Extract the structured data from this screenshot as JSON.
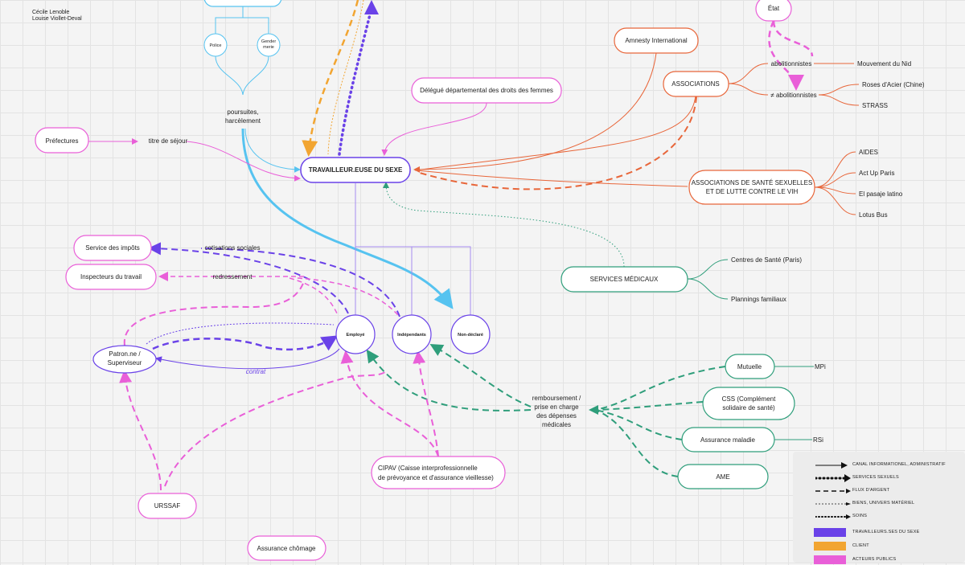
{
  "authors": [
    "Cécile Lenoble",
    "Louise Viollet-Deval"
  ],
  "nodes": {
    "central": "TRAVAILLEUR.EUSE DU SEXE",
    "police": "Police",
    "gendarmerie": "Gender merie",
    "poursuites": "poursuites, harcèlement",
    "prefectures": "Préfectures",
    "titre_sejour": "titre de séjour",
    "delegue": "Délégué départemental des droits des femmes",
    "amnesty": "Amnesty International",
    "associations": "ASSOCIATIONS",
    "etat": "État",
    "abolitionnistes": "abolitionnistes",
    "non_abolitionnistes": "≠ abolitionnistes",
    "mouvement_nid": "Mouvement du Nid",
    "roses_acier": "Roses d'Acier (Chine)",
    "strass": "STRASS",
    "assoc_sante": "ASSOCIATIONS DE SANTÉ SEXUELLES ET DE LUTTE CONTRE LE VIH",
    "aides": "AIDES",
    "act_up": "Act Up Paris",
    "pasaje": "El pasaje latino",
    "lotus": "Lotus Bus",
    "services_medicaux": "SERVICES MÉDICAUX",
    "centres_sante": "Centres de Santé (Paris)",
    "plannings": "Plannings familiaux",
    "impots": "Service des impôts",
    "cotisations": "cotisations sociales",
    "inspecteurs": "Inspecteurs du travail",
    "redressement": "redressement",
    "patron": "Patron.ne / Superviseur",
    "contrat": "contrat",
    "employe": "Employé",
    "independants": "Indépendants",
    "non_declare": "Non-déclaré",
    "mutuelle": "Mutuelle",
    "mpi": "MPi",
    "css": "CSS (Complément solidaire de santé)",
    "assurance_maladie": "Assurance maladie",
    "rsi": "RSi",
    "ame": "AME",
    "remboursement": "remboursement / prise en charge des dépenses médicales",
    "cipav": "CIPAV (Caisse interprofessionnelle de prévoyance et d'assurance vieillesse)",
    "urssaf": "URSSAF",
    "assurance_chomage": "Assurance chômage"
  },
  "colors": {
    "sex_workers": "#6a42e8",
    "clients": "#f2a531",
    "public_actors": "#e95fd8",
    "associations": "#e8663a",
    "medical": "#2f9e7b",
    "police": "#56c3f0",
    "structure": "#a68cf0"
  },
  "legend": {
    "lines": [
      "CANAL INFORMATIONEL, ADMINISTRATIF",
      "SERVICES SEXUELS",
      "FLUX D'ARGENT",
      "BIENS, UNIVERS MATÉRIEL",
      "SOINS"
    ],
    "swatches": [
      {
        "label": "TRAVAILLEURS.SES DU SEXE",
        "color": "#6a42e8"
      },
      {
        "label": "CLIENT",
        "color": "#f2a531"
      },
      {
        "label": "ACTEURS PUBLICS",
        "color": "#e95fd8"
      }
    ]
  }
}
